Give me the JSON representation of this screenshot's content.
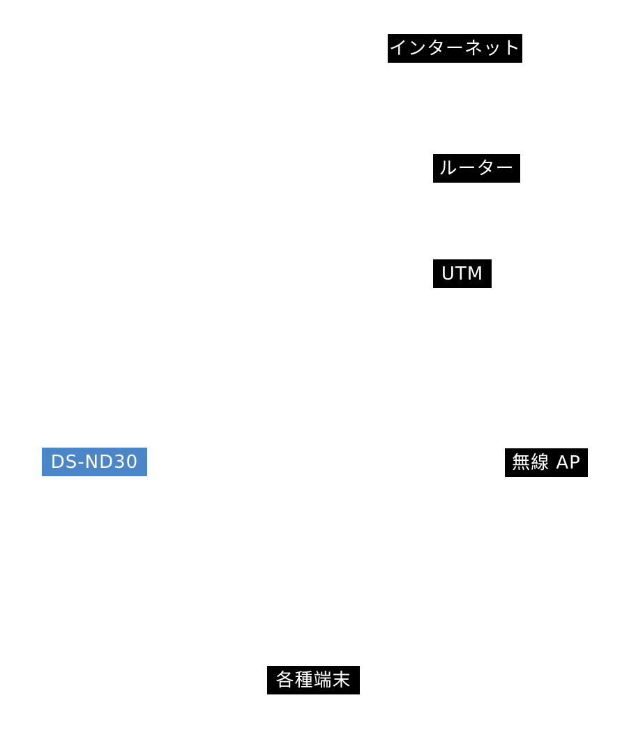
{
  "nodes": {
    "internet": {
      "label": "インターネット"
    },
    "router": {
      "label": "ルーター"
    },
    "utm": {
      "label": "UTM"
    },
    "nas": {
      "label": "DS-ND30"
    },
    "ap": {
      "label": "無線 AP"
    },
    "devices": {
      "label": "各種端末"
    }
  },
  "colors": {
    "label_bg": "#000000",
    "highlight_bg": "#4a86c8",
    "label_text": "#ffffff"
  }
}
